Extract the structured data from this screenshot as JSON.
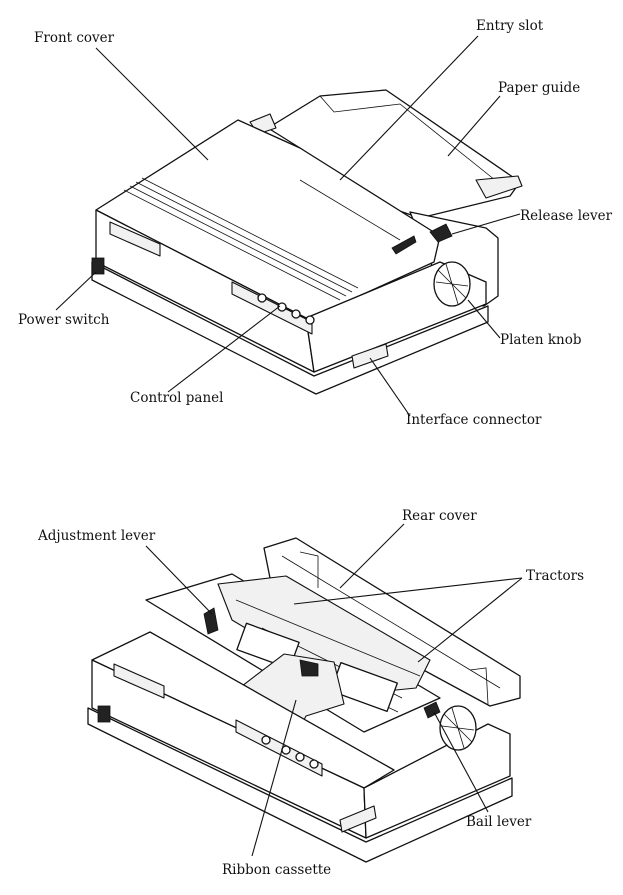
{
  "top_view": {
    "labels": {
      "front_cover": "Front cover",
      "entry_slot": "Entry slot",
      "paper_guide": "Paper guide",
      "release_lever": "Release lever",
      "power_switch": "Power switch",
      "platen_knob": "Platen knob",
      "control_panel": "Control panel",
      "interface_connector": "Interface connector"
    }
  },
  "open_view": {
    "labels": {
      "adjustment_lever": "Adjustment lever",
      "rear_cover": "Rear cover",
      "tractors": "Tractors",
      "bail_lever": "Bail lever",
      "ribbon_cassette": "Ribbon cassette"
    }
  }
}
